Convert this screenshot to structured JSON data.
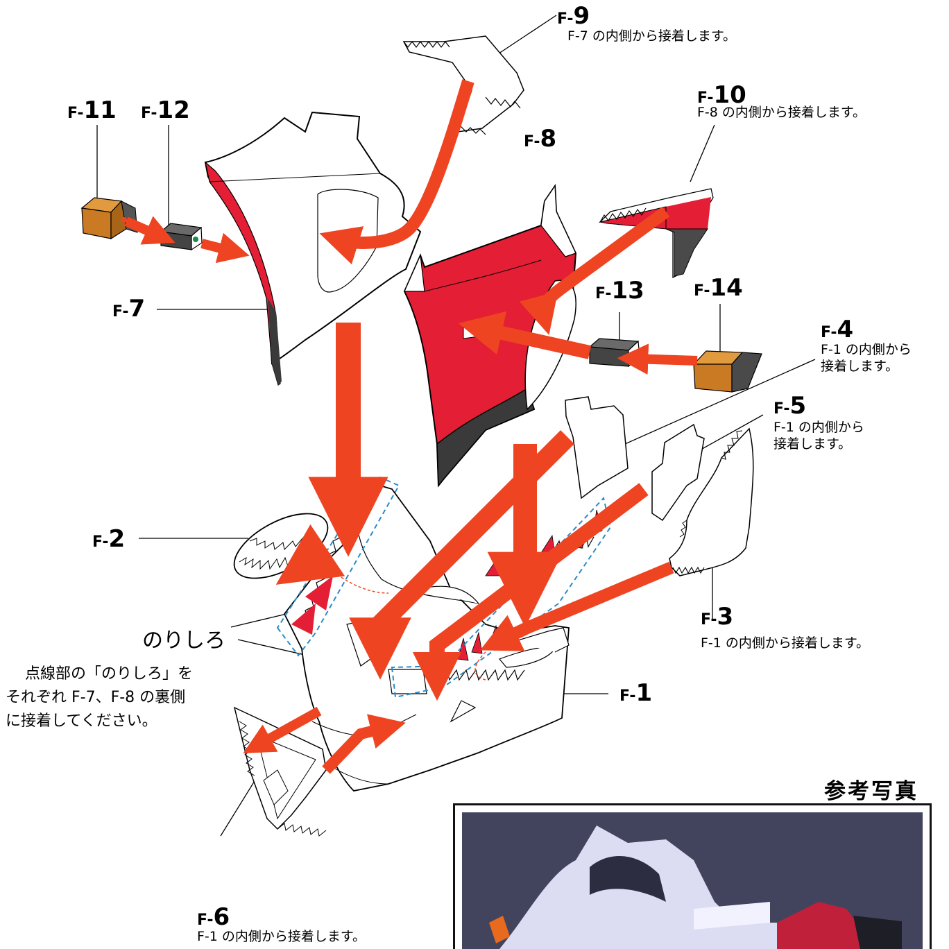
{
  "parts": {
    "f1": {
      "prefix": "F-",
      "number": "1"
    },
    "f2": {
      "prefix": "F-",
      "number": "2"
    },
    "f3": {
      "prefix": "F-",
      "number": "3",
      "note": "F-1 の内側から接着します。"
    },
    "f4": {
      "prefix": "F-",
      "number": "4",
      "note_line1": "F-1 の内側から",
      "note_line2": "接着します。"
    },
    "f5": {
      "prefix": "F-",
      "number": "5",
      "note_line1": "F-1 の内側から",
      "note_line2": "接着します。"
    },
    "f6": {
      "prefix": "F-",
      "number": "6",
      "note": "F-1 の内側から接着します。"
    },
    "f7": {
      "prefix": "F-",
      "number": "7"
    },
    "f8": {
      "prefix": "F-",
      "number": "8"
    },
    "f9": {
      "prefix": "F-",
      "number": "9",
      "note": "F-7 の内側から接着します。"
    },
    "f10": {
      "prefix": "F-",
      "number": "10",
      "note": "F-8 の内側から接着します。"
    },
    "f11": {
      "prefix": "F-",
      "number": "11"
    },
    "f12": {
      "prefix": "F-",
      "number": "12"
    },
    "f13": {
      "prefix": "F-",
      "number": "13"
    },
    "f14": {
      "prefix": "F-",
      "number": "14"
    }
  },
  "glue_tab_label": "のりしろ",
  "instruction": {
    "line1": "点線部の「のりしろ」を",
    "line2": "それぞれ F-7、F-8 の裏側",
    "line3": "に接着してください。"
  },
  "reference_photo_title": "参考写真",
  "colors": {
    "arrow": "#ee4422",
    "red": "#e31e35",
    "dark_gray": "#404040",
    "orange_block": "#c97a22",
    "dotted_blue": "#2a8ac8",
    "photo_background": "#42445e"
  }
}
